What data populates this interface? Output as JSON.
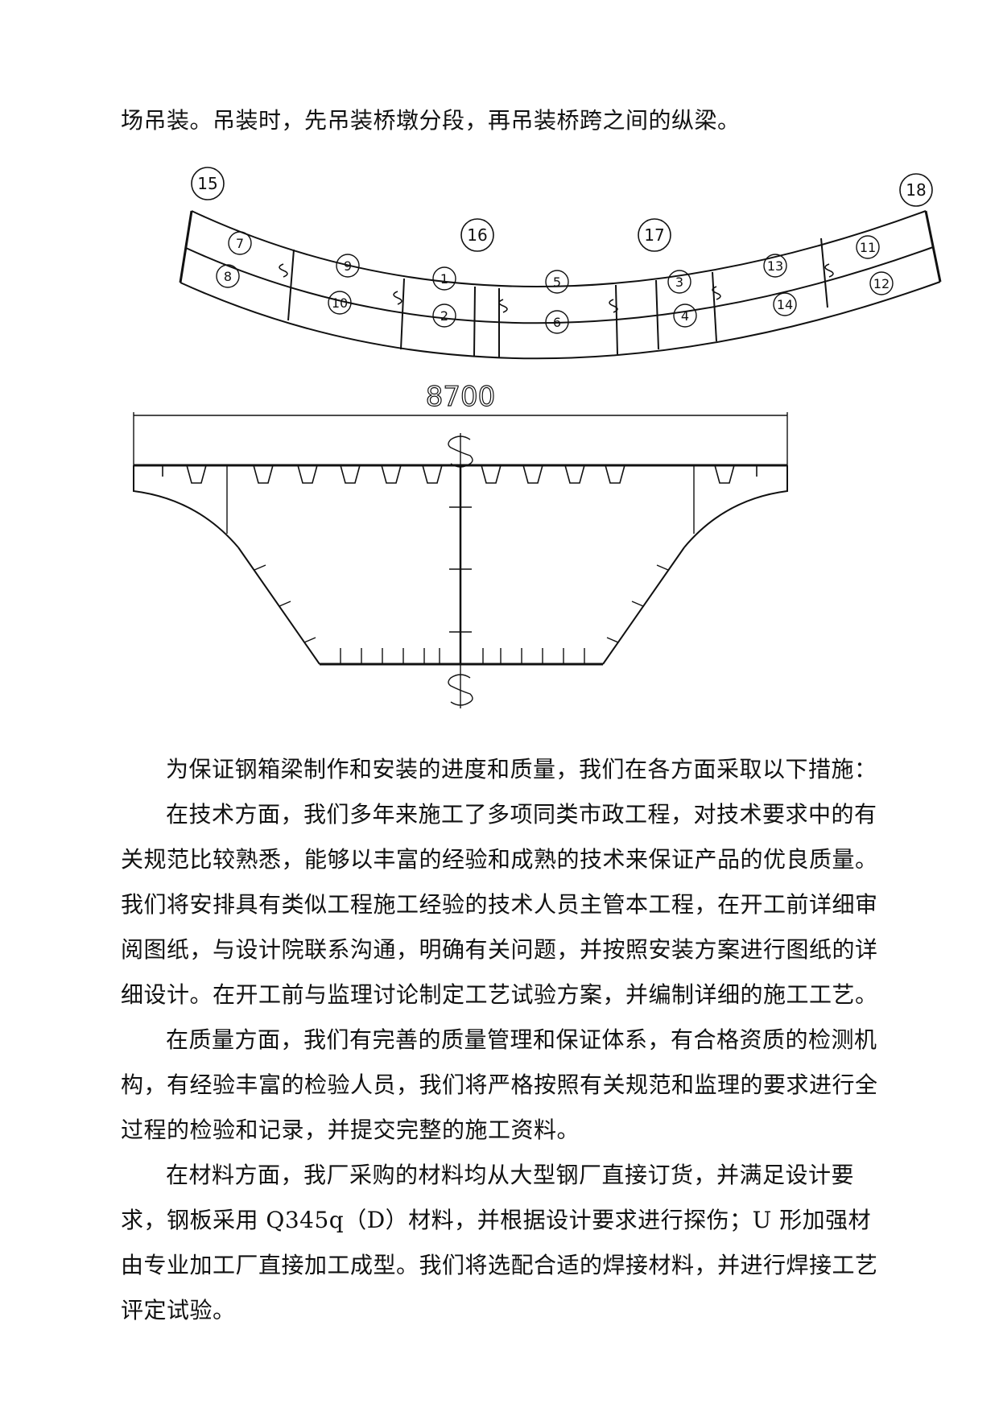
{
  "page": {
    "intro_line": "场吊装。吊装时，先吊装桥墩分段，再吊装桥跨之间的纵梁。",
    "paragraphs": [
      "为保证钢箱梁制作和安装的进度和质量，我们在各方面采取以下措施：",
      "在技术方面，我们多年来施工了多项同类市政工程，对技术要求中的有关规范比较熟悉，能够以丰富的经验和成熟的技术来保证产品的优良质量。我们将安排具有类似工程施工经验的技术人员主管本工程，在开工前详细审阅图纸，与设计院联系沟通，明确有关问题，并按照安装方案进行图纸的详细设计。在开工前与监理讨论制定工艺试验方案，并编制详细的施工工艺。",
      "在质量方面，我们有完善的质量管理和保证体系，有合格资质的检测机构，有经验丰富的检验人员，我们将严格按照有关规范和监理的要求进行全过程的检验和记录，并提交完整的施工资料。",
      "在材料方面，我厂采购的材料均从大型钢厂直接订货，并满足设计要求，钢板采用 Q345q（D）材料，并根据设计要求进行探伤；U 形加强材由专业加工厂直接加工成型。我们将选配合适的焊接材料，并进行焊接工艺评定试验。"
    ]
  },
  "plan_diagram": {
    "pier_labels": [
      "15",
      "16",
      "17",
      "18"
    ],
    "segment_labels": [
      "7",
      "8",
      "9",
      "10",
      "1",
      "2",
      "5",
      "6",
      "3",
      "4",
      "13",
      "14",
      "11",
      "12"
    ]
  },
  "section_diagram": {
    "width_dimension": "8700"
  }
}
